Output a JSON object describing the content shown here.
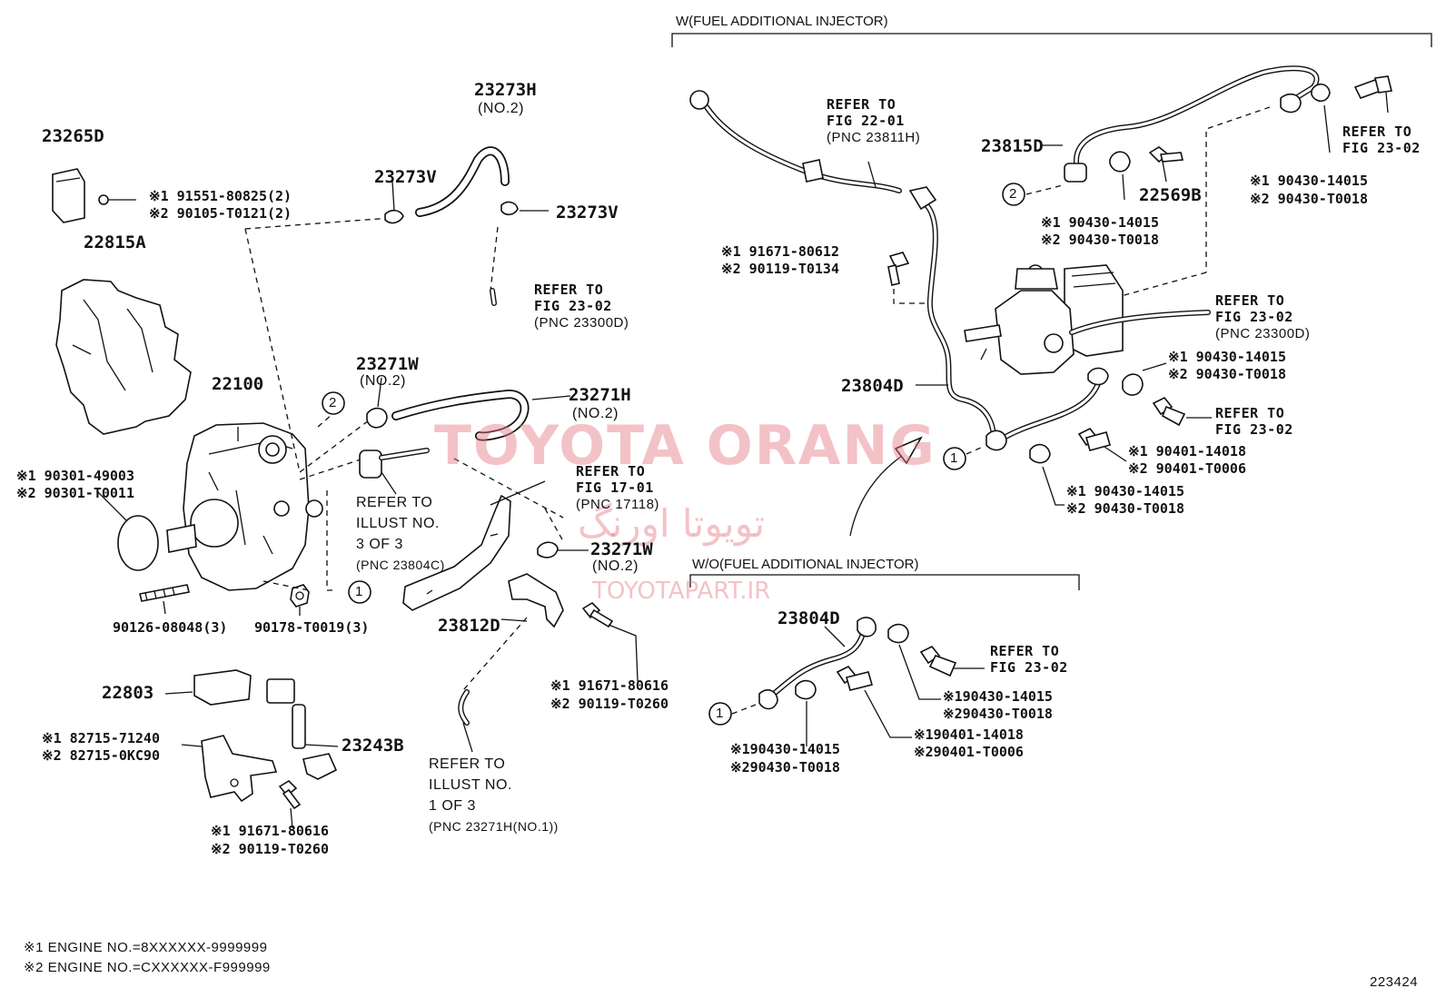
{
  "watermark": {
    "brand": "TOYOTA ORANG",
    "brand_fa": "تویوتا اورنگ",
    "url": "TOYOTAPART.IR"
  },
  "figure_number": "223424",
  "sections": {
    "with_injector": "W(FUEL ADDITIONAL INJECTOR)",
    "without_injector": "W/O(FUEL ADDITIONAL INJECTOR)"
  },
  "callouts": {
    "one": "1",
    "two": "2"
  },
  "legend": [
    "※1 ENGINE NO.=8XXXXXX-9999999",
    "※2 ENGINE NO.=CXXXXXX-F999999"
  ],
  "parts": {
    "p23265D": "23265D",
    "p23265D_n1": "※1 91551-80825(2)",
    "p23265D_n2": "※2 90105-T0121(2)",
    "p22815A": "22815A",
    "p22100": "22100",
    "oring_n1": "※1 90301-49003",
    "oring_n2": "※2 90301-T0011",
    "stud": "90126-08048(3)",
    "nut": "90178-T0019(3)",
    "p22803": "22803",
    "p82715_n1": "※1 82715-71240",
    "p82715_n2": "※2 82715-0KC90",
    "p23243B": "23243B",
    "bolt_low_n1": "※1 91671-80616",
    "bolt_low_n2": "※2 90119-T0260",
    "p23273H": "23273H",
    "p23273H_sub": "(NO.2)",
    "p23273V_a": "23273V",
    "p23273V_b": "23273V",
    "p23271W": "23271W",
    "p23271W_sub": "(NO.2)",
    "p23271H": "23271H",
    "p23271H_sub": "(NO.2)",
    "p23271W_b": "23271W",
    "p23271W_b_sub": "(NO.2)",
    "p23812D": "23812D",
    "bolt_mid_n1": "※1 91671-80616",
    "bolt_mid_n2": "※2 90119-T0260",
    "p23815D": "23815D",
    "p22569B": "22569B",
    "p23815D_n1": "※1 90430-14015",
    "p23815D_n2": "※2 90430-T0018",
    "top_right_n1": "※1 90430-14015",
    "top_right_n2": "※2 90430-T0018",
    "bolt_inj_n1": "※1 91671-80612",
    "bolt_inj_n2": "※2 90119-T0134",
    "p23804D_a": "23804D",
    "mid_right_n1": "※1 90430-14015",
    "mid_right_n2": "※2 90430-T0018",
    "union_n1": "※1 90401-14018",
    "union_n2": "※2 90401-T0006",
    "gasket_n1": "※1 90430-14015",
    "gasket_n2": "※2 90430-T0018",
    "p23804D_b": "23804D",
    "wo_n1a": "※190430-14015",
    "wo_n2a": "※290430-T0018",
    "wo_n1b": "※190401-14018",
    "wo_n2b": "※290401-T0006",
    "wo_n1c": "※190430-14015",
    "wo_n2c": "※290430-T0018"
  },
  "refs": {
    "r_23_02_a": [
      "REFER TO",
      "FIG 23-02",
      "(PNC 23300D)"
    ],
    "r_illust3": [
      "REFER TO",
      "ILLUST NO.",
      "3 OF 3",
      "(PNC 23804C)"
    ],
    "r_17_01": [
      "REFER TO",
      "FIG 17-01",
      "(PNC 17118)"
    ],
    "r_illust1": [
      "REFER TO",
      "ILLUST NO.",
      "1 OF 3",
      "(PNC 23271H(NO.1))"
    ],
    "r_22_01": [
      "REFER TO",
      "FIG 22-01",
      "(PNC 23811H)"
    ],
    "r_23_02_b": [
      "REFER TO",
      "FIG 23-02"
    ],
    "r_23_02_c": [
      "REFER TO",
      "FIG 23-02",
      "(PNC 23300D)"
    ],
    "r_23_02_d": [
      "REFER TO",
      "FIG 23-02"
    ],
    "r_23_02_e": [
      "REFER TO",
      "FIG 23-02"
    ]
  }
}
